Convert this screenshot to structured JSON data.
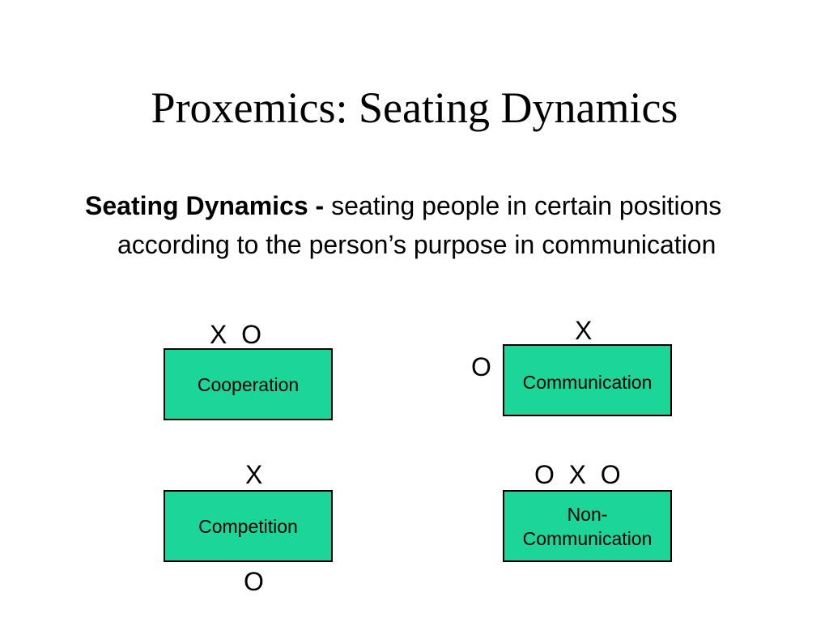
{
  "slide": {
    "title": "Proxemics: Seating Dynamics",
    "definition": {
      "term": "Seating Dynamics - ",
      "text": "seating people in certain positions according to the person’s purpose in communication"
    }
  },
  "arrangements": {
    "cooperation": {
      "label": "Cooperation",
      "seats_above": "X  O"
    },
    "communication": {
      "label": "Communication",
      "seat_above": "X",
      "seat_left": "O"
    },
    "competition": {
      "label": "Competition",
      "seat_above": "X",
      "seat_below": "O"
    },
    "non_communication": {
      "label_line1": "Non-",
      "label_line2": "Communication",
      "seats_above": "O  X  O"
    }
  },
  "colors": {
    "table_fill": "#1bd698",
    "table_border": "#000000",
    "text": "#000000",
    "background": "#ffffff"
  }
}
